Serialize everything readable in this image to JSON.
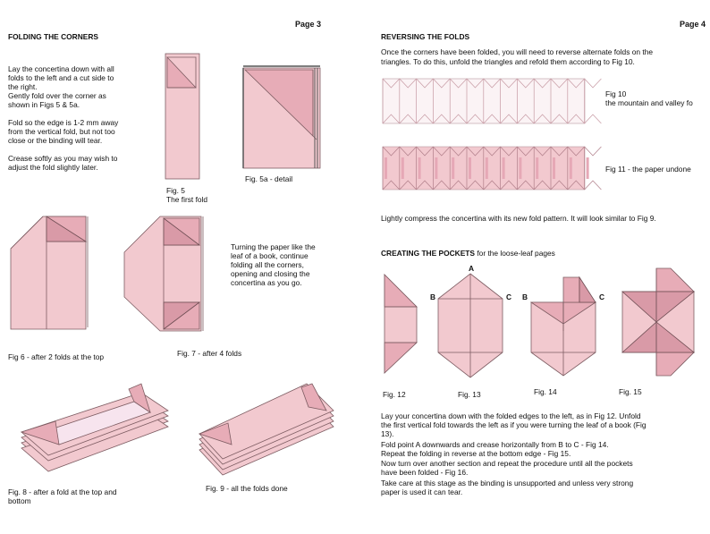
{
  "left_page": {
    "page_label": "Page 3",
    "heading": "FOLDING THE CORNERS",
    "instructions": [
      "Lay the concertina down with all",
      "folds to the left and a cut side to",
      "the right.",
      "Gently fold over the corner as",
      "shown in Figs 5  & 5a.",
      "Fold so the edge is 1-2 mm away",
      "from the vertical fold, but not too",
      "close or the binding will tear.",
      "Crease softly as you may wish to",
      "adjust the fold slightly later."
    ],
    "fig5_caption": "Fig. 5",
    "fig5_sub": "The first fold",
    "fig5a_caption": "Fig. 5a - detail",
    "turning_text": [
      "Turning the paper like the",
      "leaf of a book, continue",
      "folding all the corners,",
      "opening and closing the",
      "concertina as you go."
    ],
    "fig6_caption": "Fig 6 - after 2 folds at the top",
    "fig7_caption": "Fig. 7 - after 4 folds",
    "fig8_caption_line1": "Fig. 8  - after a fold at the top and",
    "fig8_caption_line2": "bottom",
    "fig9_caption": "Fig. 9 - all the folds done"
  },
  "right_page": {
    "page_label": "Page 4",
    "heading": "REVERSING THE FOLDS",
    "intro_line1": "Once the corners have been folded, you will need to reverse alternate folds on the",
    "intro_line2": "triangles. To do this, unfold the triangles and refold them according to Fig 10.",
    "fig10_caption": "Fig 10",
    "fig10_sub": "the mountain and valley fo",
    "fig11_caption": "Fig 11 - the paper undone",
    "compress_text": "Lightly compress the concertina with its new fold pattern. It will look similar to Fig 9.",
    "pockets_heading_bold": "CREATING THE POCKETS",
    "pockets_heading_rest": " for the loose-leaf pages",
    "point_labels": {
      "a": "A",
      "b": "B",
      "c": "C"
    },
    "fig12_caption": "Fig. 12",
    "fig13_caption": "Fig. 13",
    "fig14_caption": "Fig. 14",
    "fig15_caption": "Fig. 15",
    "final_text": [
      "Lay your concertina down with the folded edges to the left, as in Fig 12. Unfold",
      "the first vertical fold towards the left as if you were turning the leaf of a book (Fig",
      "13).",
      "Fold point A downwards and crease horizontally from B to C - Fig 14.",
      "Repeat the folding in reverse at the bottom edge - Fig 15.",
      "Now turn over another section  and repeat the procedure until all the pockets",
      "have been folded - Fig 16.",
      "Take care at this stage as the binding is unsupported and unless very strong",
      "paper is used it can tear."
    ]
  },
  "colors": {
    "paper_pink": "#f2c9cf",
    "fold_pink": "#e7acb7",
    "shadow_pink": "#d99aa7",
    "outline": "#7d5c62"
  }
}
